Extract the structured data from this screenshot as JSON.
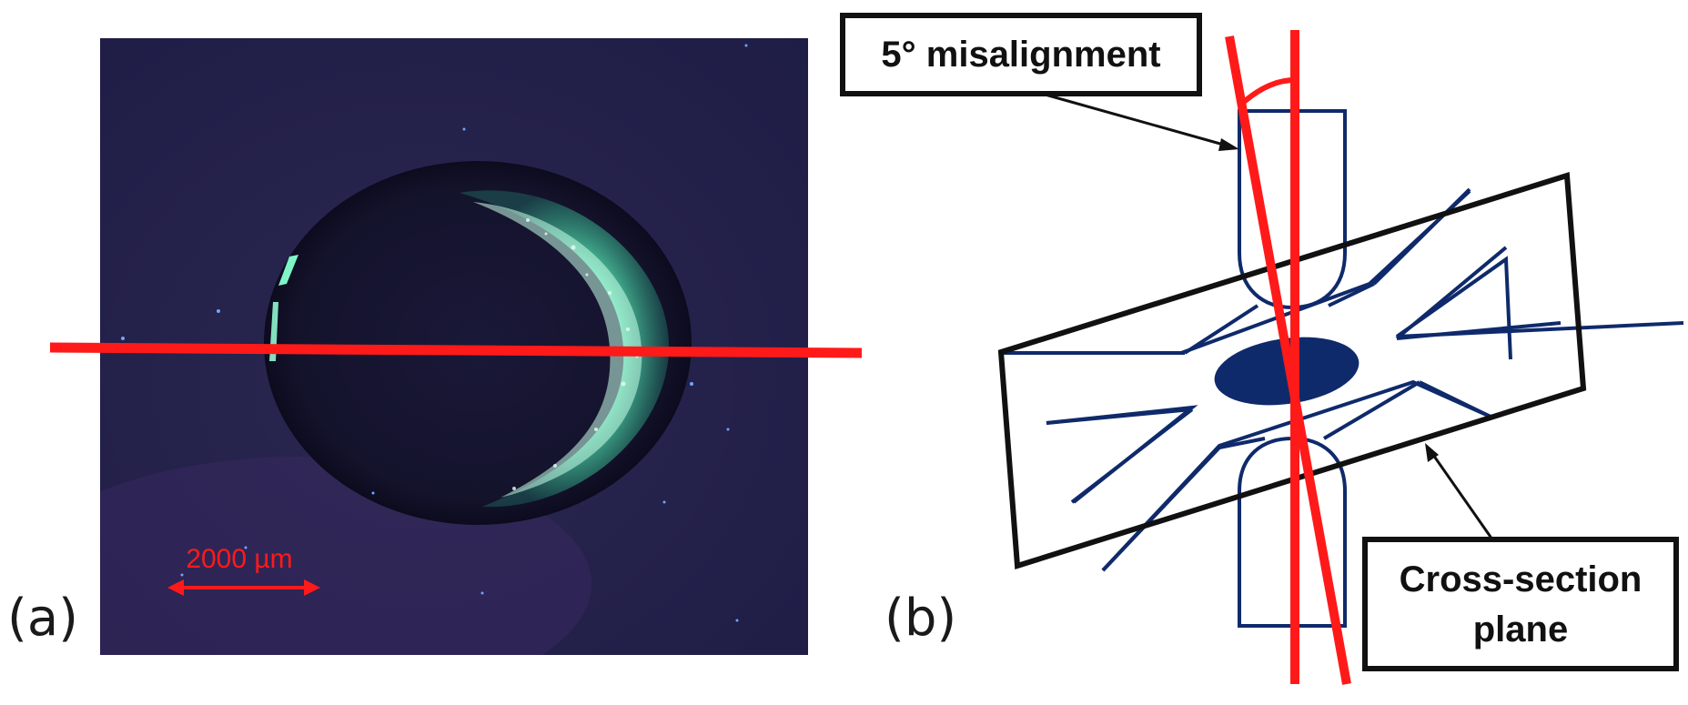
{
  "panels": {
    "a": {
      "label": "(a)",
      "scale_bar": "2000 µm"
    },
    "b": {
      "label": "(b)",
      "callout_top": "5° misalignment",
      "callout_bottom_line1": "Cross-section",
      "callout_bottom_line2": "plane"
    }
  },
  "colors": {
    "cut_line": "#ff1a1a",
    "specimen_outline": "#0f2a6b",
    "photo_background": "#22204a",
    "fluorescence": "#6ff5c0"
  }
}
